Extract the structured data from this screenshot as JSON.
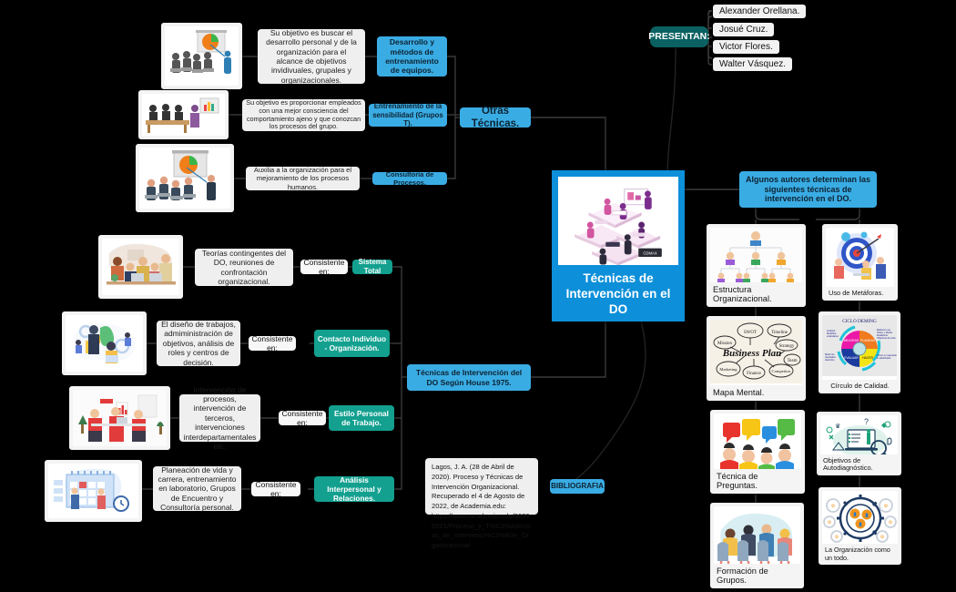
{
  "center": {
    "title": "Técnicas de\nIntervención en el DO",
    "title_line1": "Técnicas de",
    "title_line2": "Intervención en el DO",
    "image_alt": "isometric-office-team-illustration",
    "accent": "#0d8fd9"
  },
  "presenters": {
    "label": "PRESENTAN:",
    "names": [
      "Alexander Orellana.",
      "Josué Cruz.",
      "Victor Flores.",
      "Walter Vásquez."
    ]
  },
  "branch_otras_tecnicas": {
    "label": "Otras Técnicas.",
    "items": [
      {
        "topic": "Desarrollo y métodos de entrenamiento de equipos.",
        "description": "Su objetivo es buscar el desarrollo personal y de la organización para el alcance de objetivos invidivuales, grupales y organizacionales.",
        "image_alt": "audience-watching-presenter-with-chart"
      },
      {
        "topic": "Entrenamiento de la sensibilidad (Grupos T).",
        "description": "Su objetivo es proporcionar empleados con una mejor consciencia del comportamiento ajeno y que conozcan los procesos del grupo.",
        "image_alt": "meeting-table-with-presenter"
      },
      {
        "topic": "Consultoría de Procesos.",
        "description": "Auxilia a la organización para el mejoramiento de los procesos humanos.",
        "image_alt": "seminar-room-pie-chart-presentation"
      }
    ]
  },
  "branch_house": {
    "label": "Técnicas de Intervención del DO Según House 1975.",
    "connector_label": "Consistente en:",
    "items": [
      {
        "topic": "Sistema Total",
        "description": "Teorías contingentes del DO, reuniones de confrontación organizacional.",
        "link": "Consistente en:",
        "image_alt": "team-around-desk-discussion"
      },
      {
        "topic": "Contacto Individuo - Organización.",
        "description": "El diseño de trabajos, admiministración de objetivos, análisis de roles y centros de decisión.",
        "link": "Consistente en:",
        "image_alt": "business-people-with-gears-and-laptop"
      },
      {
        "topic": "Estilo Personal de Trabajo.",
        "description": "Intervención de procesos, intervención de terceros, intervenciones interdepartamentales etc.",
        "link": "Consistente en:",
        "image_alt": "three-colleagues-red-meeting"
      },
      {
        "topic": "Análisis Interpersonal y Relaciones.",
        "description": "Planeación de vida y carrera, entrenamiento en laboratorio, Grupos de Encuentro y Consultoría personal.",
        "link": "Consistente en:",
        "image_alt": "calendar-planning-illustration"
      }
    ]
  },
  "branch_autores": {
    "label": "Algunos autores determinan las siguientes técnicas de intervención en el DO.",
    "items": [
      {
        "caption": "Estructura Organizacional.",
        "image_alt": "org-chart-people-hierarchy"
      },
      {
        "caption": "Uso de Metáforas.",
        "image_alt": "dartboard-target-with-people"
      },
      {
        "caption": "Mapa Mental.",
        "image_alt": "hand-drawn-business-plan-mind-map"
      },
      {
        "caption": "Círculo de Calidad.",
        "image_alt": "deming-cycle-wheel"
      },
      {
        "caption": "Técnica de Preguntas.",
        "image_alt": "four-people-speech-bubbles"
      },
      {
        "caption": "Objetivos de Autodiagnóstico.",
        "image_alt": "laptop-checklist-magnifier"
      },
      {
        "caption": "Formación de Grupos.",
        "image_alt": "group-therapy-circle-of-chairs"
      },
      {
        "caption": "La Organización como un todo.",
        "image_alt": "interlocking-gears-with-icons"
      }
    ]
  },
  "bibliography": {
    "label": "BIBLIOGRAFIA",
    "text": "Lagos, J. A. (28 de Abril de 2020). Proceso y Técnicas de Intervención Organizacional. Recuperado el 4 de Agosto de 2022, de Academia.edu: https://www.academia.edu/36306521/Proceso_y_T%C3%A9cnicas_de_Intervenci%C3%B3n_Organizacional"
  },
  "palette": {
    "blue": "#3aace4",
    "teal": "#13a08f",
    "dark_teal": "#0b6161",
    "center_blue": "#0d8fd9",
    "gray_box": "#efefef",
    "background": "#000000"
  }
}
